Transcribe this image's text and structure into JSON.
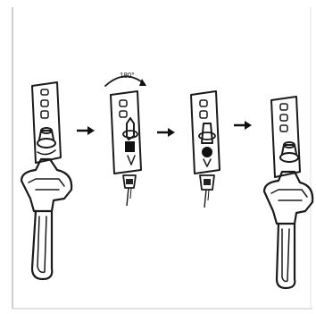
{
  "diagram": {
    "rotation_label": "180°",
    "colors": {
      "ink": "#1a1a1a",
      "fill_dark": "#111111",
      "fill_light": "#f4f4f4",
      "border": "#cfcfcf"
    },
    "steps": [
      {
        "name": "step-1-wrench-on-fixture",
        "icon": "wrench-holding-fixture-icon"
      },
      {
        "name": "step-2-fixture-rotated",
        "icon": "rotated-fixture-icon"
      },
      {
        "name": "step-3-fixture-clamped",
        "icon": "fixture-with-clamp-icon"
      },
      {
        "name": "step-4-wrench-tightened",
        "icon": "wrench-tightened-fixture-icon"
      }
    ],
    "arrows": [
      "arrow-right-icon",
      "arrow-right-icon",
      "arrow-right-icon"
    ]
  }
}
